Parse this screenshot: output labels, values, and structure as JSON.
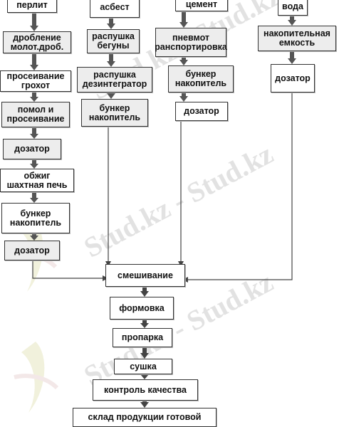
{
  "watermark": {
    "text": "Stud.kz - Stud.kz"
  },
  "columns": {
    "perlite": [
      "перлит",
      "дробление\nмолот.дроб.",
      "просеивание\nгрохот",
      "помол и\nпросеивание",
      "дозатор",
      "обжиг\nшахтная печь",
      "бункер\nнакопитель",
      "дозатор"
    ],
    "asbestos": [
      "асбест",
      "распушка\nбегуны",
      "распушка\nдезинтегратор",
      "бункер\nнакопитель"
    ],
    "cement": [
      "цемент",
      "пневмот\nранспортировка",
      "бункер\nнакопитель",
      "дозатор"
    ],
    "water": [
      "вода",
      "накопительная\nемкость",
      "дозатор"
    ]
  },
  "main_chain": [
    "смешивание",
    "формовка",
    "пропарка",
    "сушка",
    "контроль  качества",
    "склад  продукции готовой"
  ],
  "colors": {
    "arrow": "#444444",
    "box_border": "#333333",
    "watermark": "#e2e2e2"
  }
}
